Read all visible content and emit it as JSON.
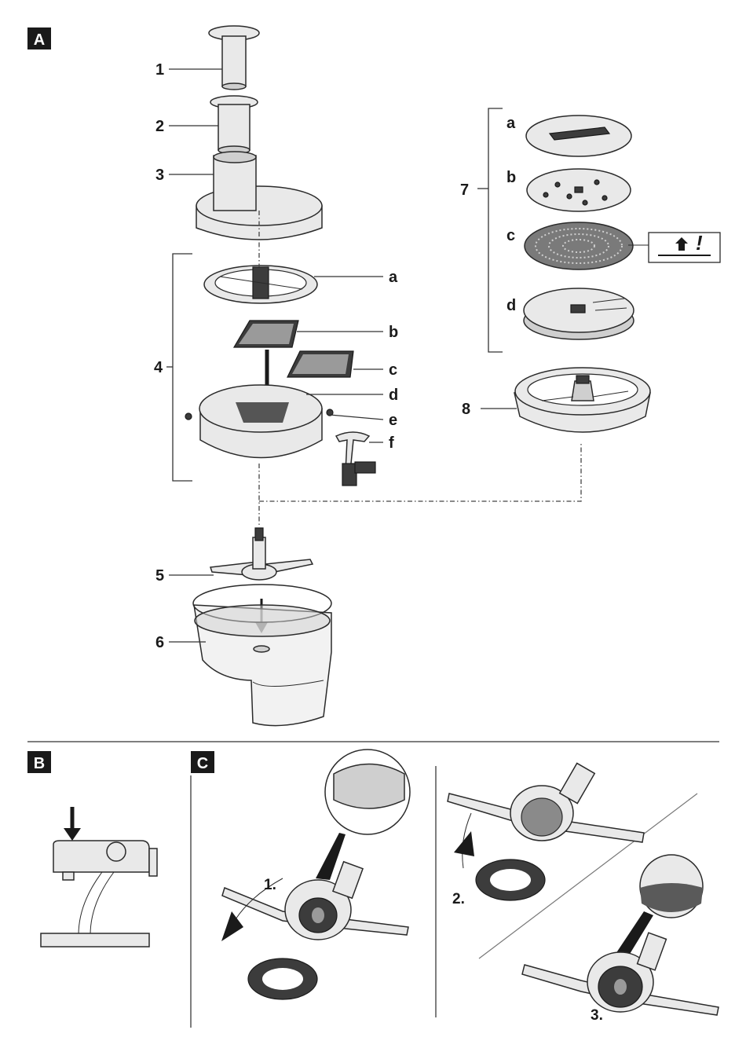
{
  "sections": {
    "a": "A",
    "b": "B",
    "c": "C"
  },
  "parts": {
    "p1": "1",
    "p2": "2",
    "p3": "3",
    "p4": "4",
    "p5": "5",
    "p6": "6",
    "p7": "7",
    "p8": "8"
  },
  "part4_letters": [
    "a",
    "b",
    "c",
    "d",
    "e",
    "f"
  ],
  "part7_letters": [
    "a",
    "b",
    "c",
    "d"
  ],
  "steps": [
    "1.",
    "2.",
    "3."
  ],
  "callout_symbol": "!",
  "colors": {
    "section_box": "#1a1a1a",
    "line": "#333333",
    "part_fill": "#e9e9e9"
  }
}
